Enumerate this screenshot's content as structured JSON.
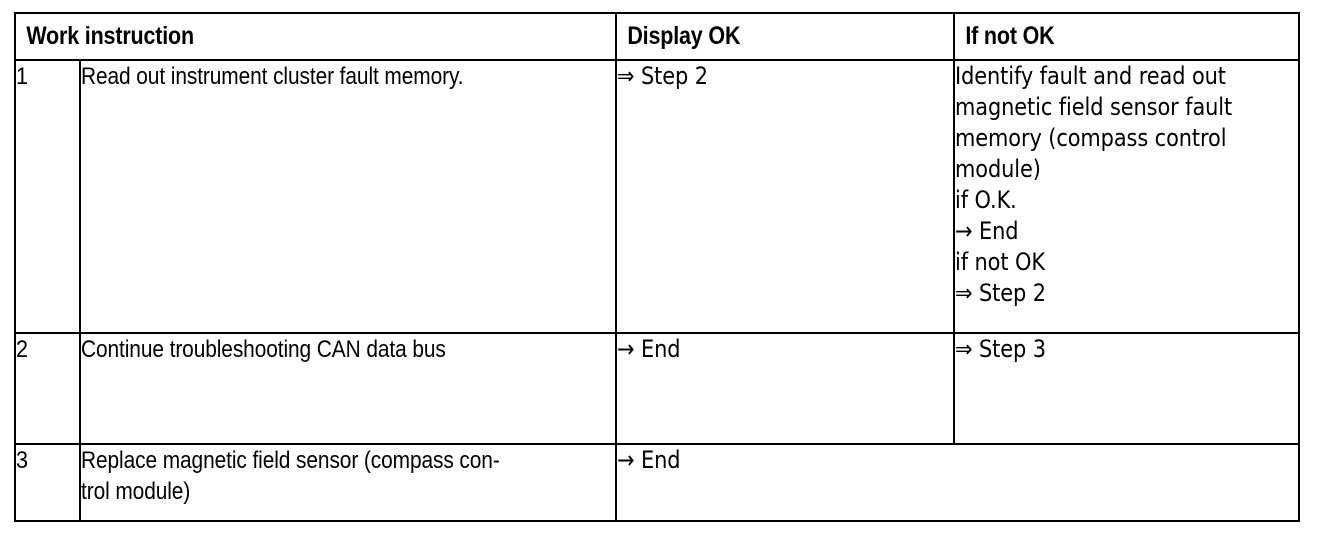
{
  "table": {
    "columns": [
      {
        "key": "num",
        "label": ""
      },
      {
        "key": "instr",
        "label": "Work instruction"
      },
      {
        "key": "ok",
        "label": "Display OK"
      },
      {
        "key": "notok",
        "label": "If not OK"
      }
    ],
    "rows": [
      {
        "num": "1",
        "instruction": "Read out instrument cluster fault memory.",
        "display_ok": "⇒ Step 2",
        "if_not_ok_lines": [
          "Identify fault and read out",
          "magnetic field sensor fault",
          "memory (compass control",
          "module)",
          "if O.K.",
          "→ End",
          "if not OK",
          "⇒ Step 2"
        ]
      },
      {
        "num": "2",
        "instruction": "Continue troubleshooting  CAN data bus",
        "display_ok": "→ End",
        "if_not_ok": "⇒ Step 3"
      },
      {
        "num": "3",
        "instruction_lines": [
          "Replace magnetic field sensor (compass con-",
          "trol module)"
        ],
        "display_ok": "→ End",
        "if_not_ok": ""
      }
    ]
  },
  "colors": {
    "border": "#000000",
    "text": "#000000",
    "background": "#ffffff"
  }
}
